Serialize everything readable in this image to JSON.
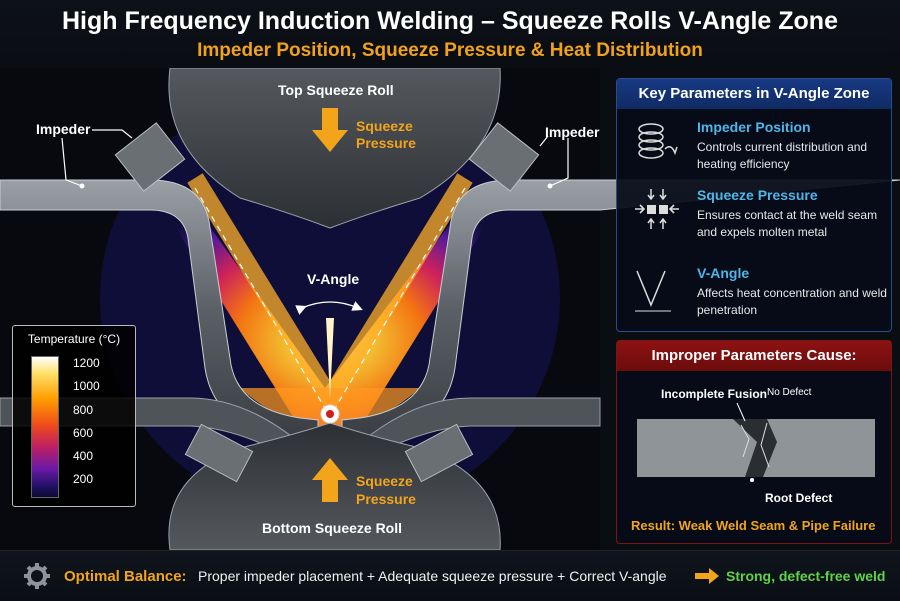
{
  "header": {
    "title": "High Frequency Induction Welding – Squeeze Rolls V-Angle Zone",
    "subtitle": "Impeder Position, Squeeze Pressure & Heat Distribution"
  },
  "diagram": {
    "top_roll": "Top Squeeze Roll",
    "bottom_roll": "Bottom Squeeze Roll",
    "squeeze_top_1": "Squeeze",
    "squeeze_top_2": "Pressure",
    "squeeze_bottom_1": "Squeeze",
    "squeeze_bottom_2": "Pressure",
    "impeder_left": "Impeder",
    "impeder_right": "Impeder",
    "v_angle": "V-Angle"
  },
  "legend": {
    "title": "Temperature (°C)",
    "ticks": [
      "1200",
      "1000",
      "800",
      "600",
      "400",
      "200"
    ],
    "gradient_colors": [
      "#ffffff",
      "#ffe066",
      "#ff9c00",
      "#f04e1a",
      "#c01f63",
      "#6a1aa8",
      "#0a0a33"
    ]
  },
  "key_panel": {
    "title": "Key Parameters in V-Angle Zone",
    "items": [
      {
        "icon": "coil-icon",
        "title": "Impeder Position",
        "desc": "Controls current distribution and heating efficiency"
      },
      {
        "icon": "pressure-arrows-icon",
        "title": "Squeeze Pressure",
        "desc": "Ensures contact at the weld seam and expels molten metal"
      },
      {
        "icon": "v-angle-icon",
        "title": "V-Angle",
        "desc": "Affects heat concentration and weld penetration"
      }
    ]
  },
  "defect_panel": {
    "title": "Improper Parameters Cause:",
    "label_incomplete": "Incomplete Fusion",
    "label_no_defect": "No Defect",
    "label_root": "Root Defect",
    "result": "Result: Weak Weld Seam & Pipe Failure"
  },
  "footer": {
    "label": "Optimal Balance:",
    "text": "Proper impeder placement + Adequate squeeze pressure + Correct V-angle",
    "result": "Strong, defect-free weld"
  },
  "colors": {
    "accent_orange": "#f2a51a",
    "accent_blue": "#4fb6ea",
    "footer_green": "#5fd24a",
    "defect_red": "#8e1212"
  }
}
